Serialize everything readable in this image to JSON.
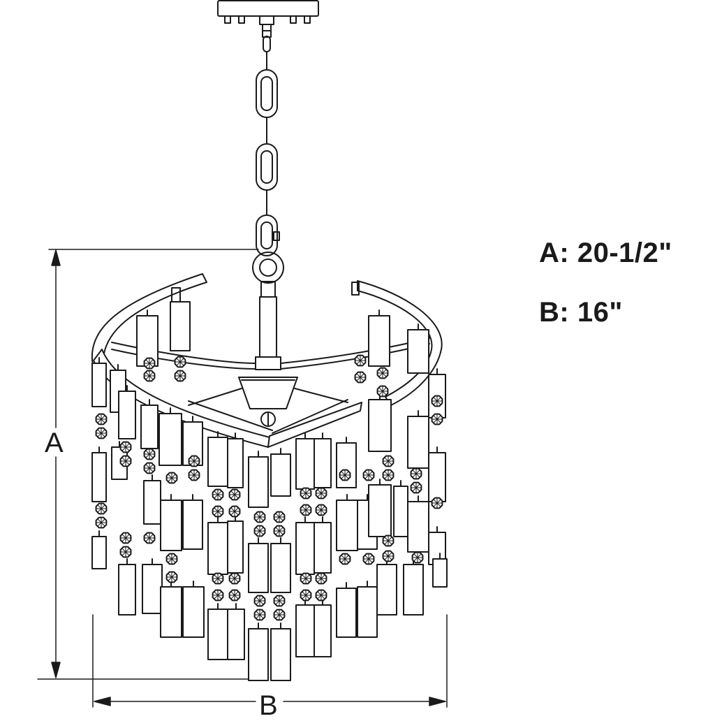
{
  "specs": {
    "a": "A: 20-1/2\"",
    "b": "B: 16\""
  },
  "dimension_labels": {
    "a": "A",
    "b": "B"
  },
  "line_color": "#1a1a1a"
}
